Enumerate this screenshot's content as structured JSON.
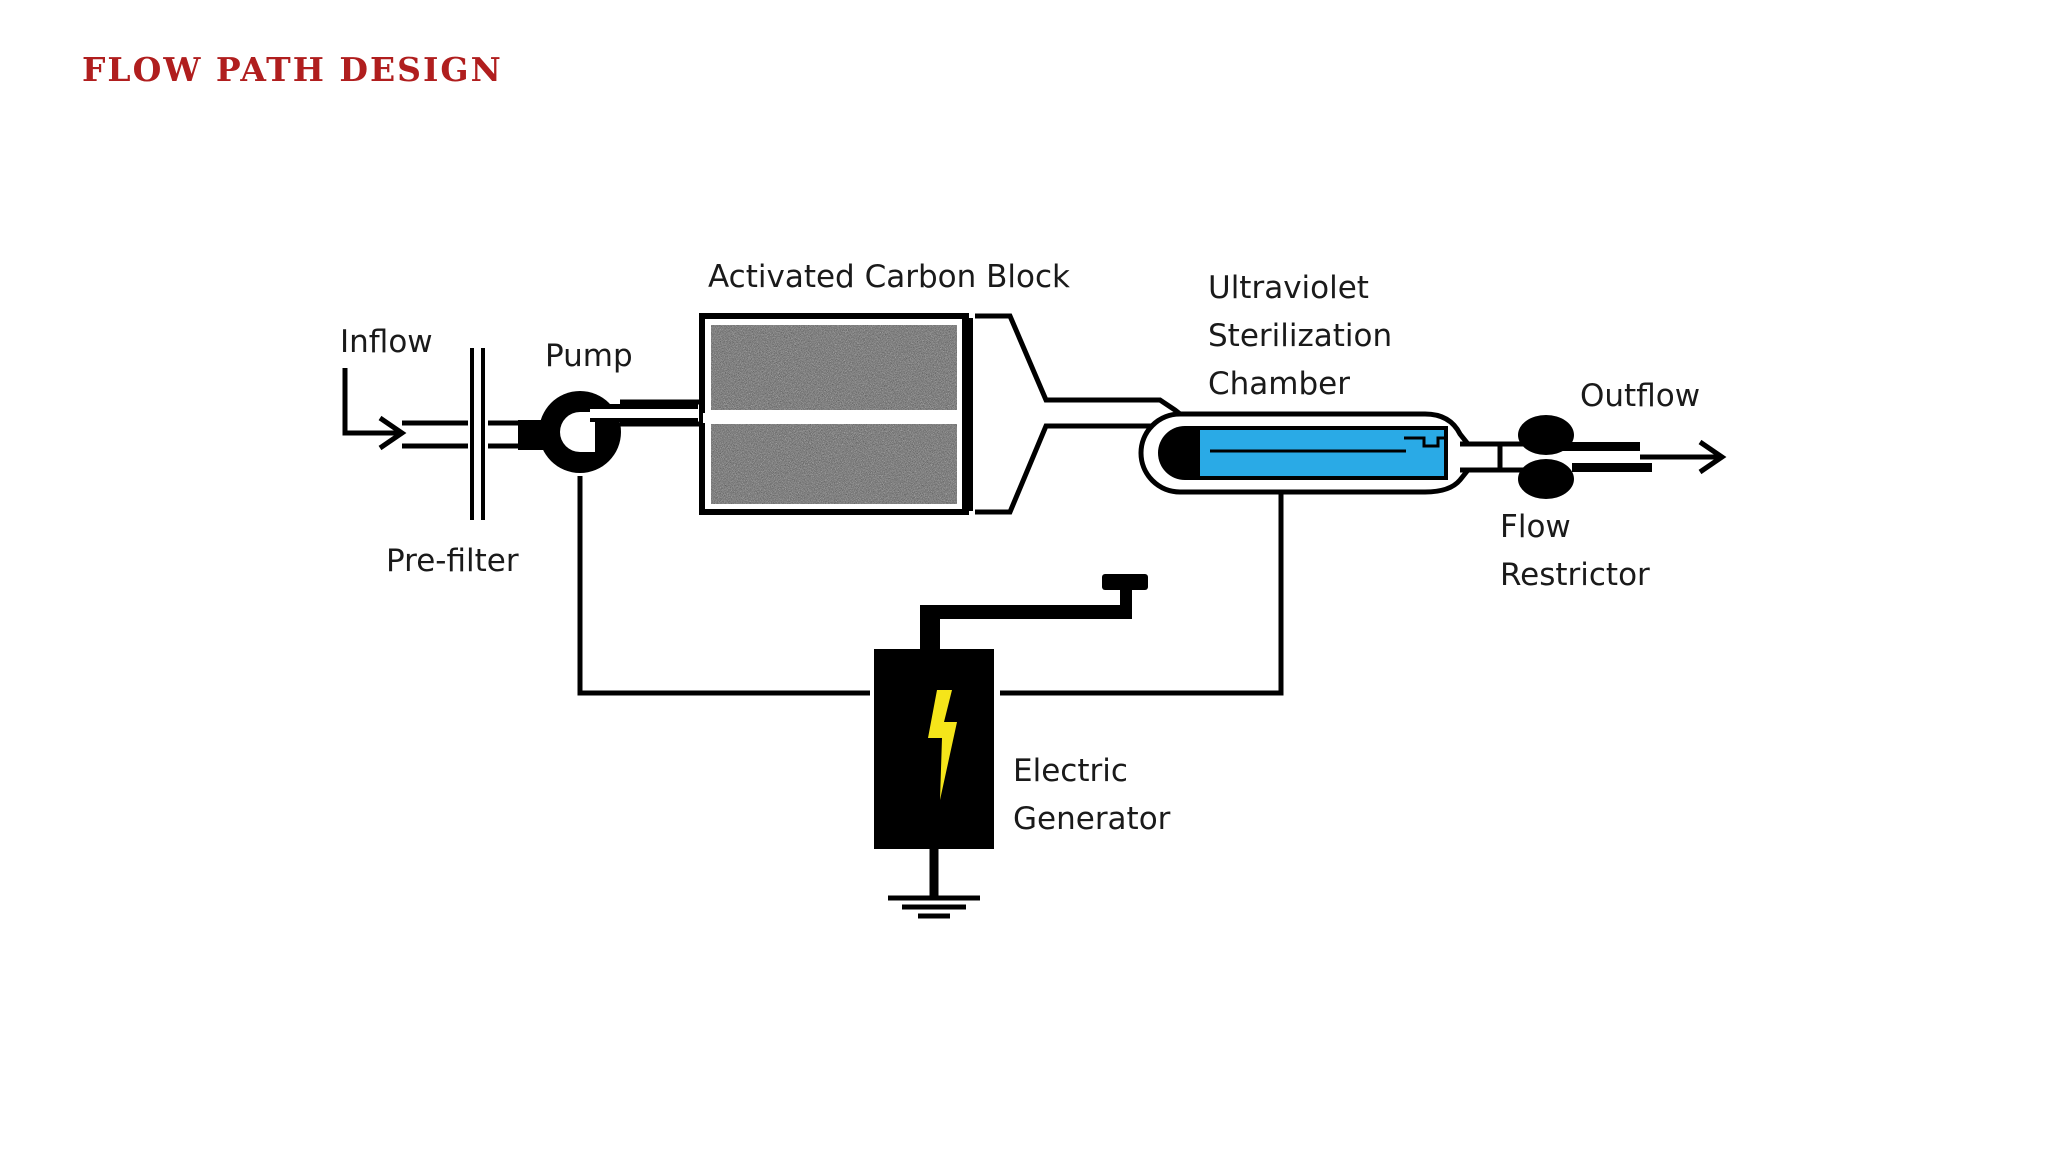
{
  "slide": {
    "title": "FLOW PATH DESIGN"
  },
  "diagram": {
    "labels": {
      "inflow": "Inflow",
      "pump": "Pump",
      "pre_filter": "Pre-filter",
      "carbon_block": "Activated Carbon Block",
      "uv_chamber": [
        "Ultraviolet",
        "Sterilization",
        "Chamber"
      ],
      "outflow": "Outflow",
      "flow_restrictor": [
        "Flow",
        "Restrictor"
      ],
      "generator": [
        "Electric",
        "Generator"
      ]
    },
    "colors": {
      "title": "#b01e1e",
      "uv_lamp": "#2aaae6",
      "carbon": "#5a5a5a",
      "lightning": "#f5e51a",
      "line": "#000000"
    },
    "icons": {
      "generator_symbol": "lightning-bolt-icon",
      "ground": "ground-symbol-icon"
    }
  }
}
